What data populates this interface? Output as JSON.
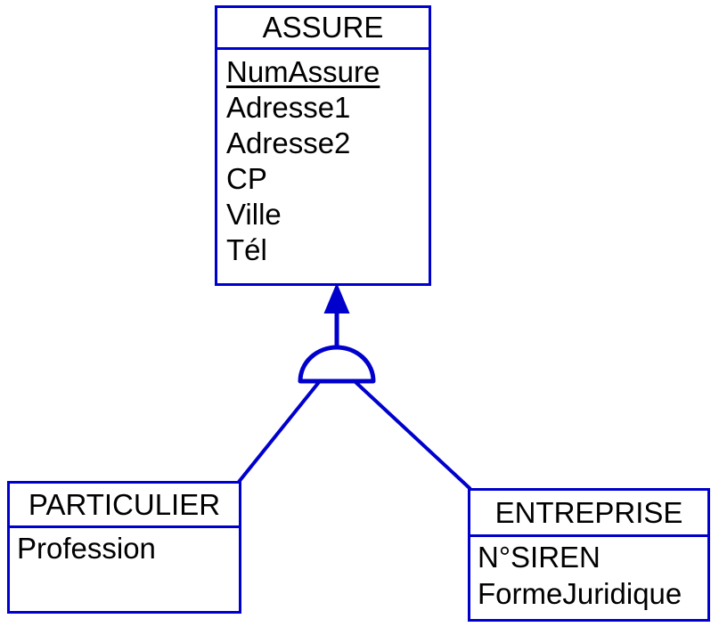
{
  "diagram": {
    "type": "uml-generalization-erd",
    "title": "",
    "stroke_color": "#0000cc",
    "text_color": "#000000",
    "background_color": "#ffffff",
    "entities": [
      {
        "id": "assure",
        "name": "ASSURE",
        "role": "superclass",
        "attributes": [
          {
            "label": "NumAssure",
            "primary_key": true
          },
          {
            "label": "Adresse1",
            "primary_key": false
          },
          {
            "label": "Adresse2",
            "primary_key": false
          },
          {
            "label": "CP",
            "primary_key": false
          },
          {
            "label": "Ville",
            "primary_key": false
          },
          {
            "label": "Tél",
            "primary_key": false
          }
        ]
      },
      {
        "id": "particulier",
        "name": "PARTICULIER",
        "role": "subclass",
        "attributes": [
          {
            "label": "Profession",
            "primary_key": false
          }
        ]
      },
      {
        "id": "entreprise",
        "name": "ENTREPRISE",
        "role": "subclass",
        "attributes": [
          {
            "label": "N°SIREN",
            "primary_key": false
          },
          {
            "label": "FormeJuridique",
            "primary_key": false
          }
        ]
      }
    ],
    "relationship": {
      "kind": "generalization",
      "symbol": "semicircle-dome",
      "arrow": "filled-triangle-up",
      "parent": "ASSURE",
      "children": [
        "PARTICULIER",
        "ENTREPRISE"
      ]
    }
  }
}
